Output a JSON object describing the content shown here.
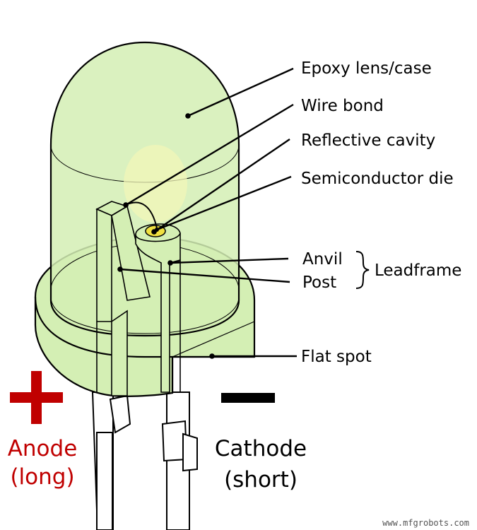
{
  "labels": {
    "epoxy": "Epoxy lens/case",
    "wire_bond": "Wire bond",
    "reflective_cavity": "Reflective cavity",
    "semiconductor_die": "Semiconductor die",
    "anvil": "Anvil",
    "post": "Post",
    "leadframe": "Leadframe",
    "flat_spot": "Flat spot"
  },
  "polarity": {
    "anode_line1": "Anode",
    "anode_line2": "(long)",
    "cathode_line1": "Cathode",
    "cathode_line2": "(short)"
  },
  "watermark": "www.mfgrobots.com",
  "colors": {
    "epoxy_fill": "#d4efb4",
    "outline": "#000000",
    "anode_red": "#c00000",
    "die_yellow": "#f0e040"
  }
}
